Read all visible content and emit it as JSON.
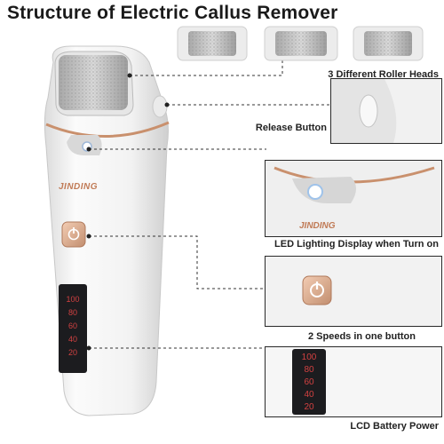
{
  "title": "Structure of Electric Callus Remover",
  "brand": "JINDING",
  "labels": {
    "roller_heads": "3 Different Roller Heads",
    "release_button": "Release Button",
    "led_lighting": "LED Lighting Display when Turn on",
    "speeds": "2 Speeds in one button",
    "battery": "LCD Battery Power"
  },
  "battery_levels": [
    "100",
    "80",
    "60",
    "40",
    "20"
  ],
  "colors": {
    "accent_rose_gold": "#c9906d",
    "led_red": "#d24141",
    "body_white": "#f3f3f3"
  }
}
